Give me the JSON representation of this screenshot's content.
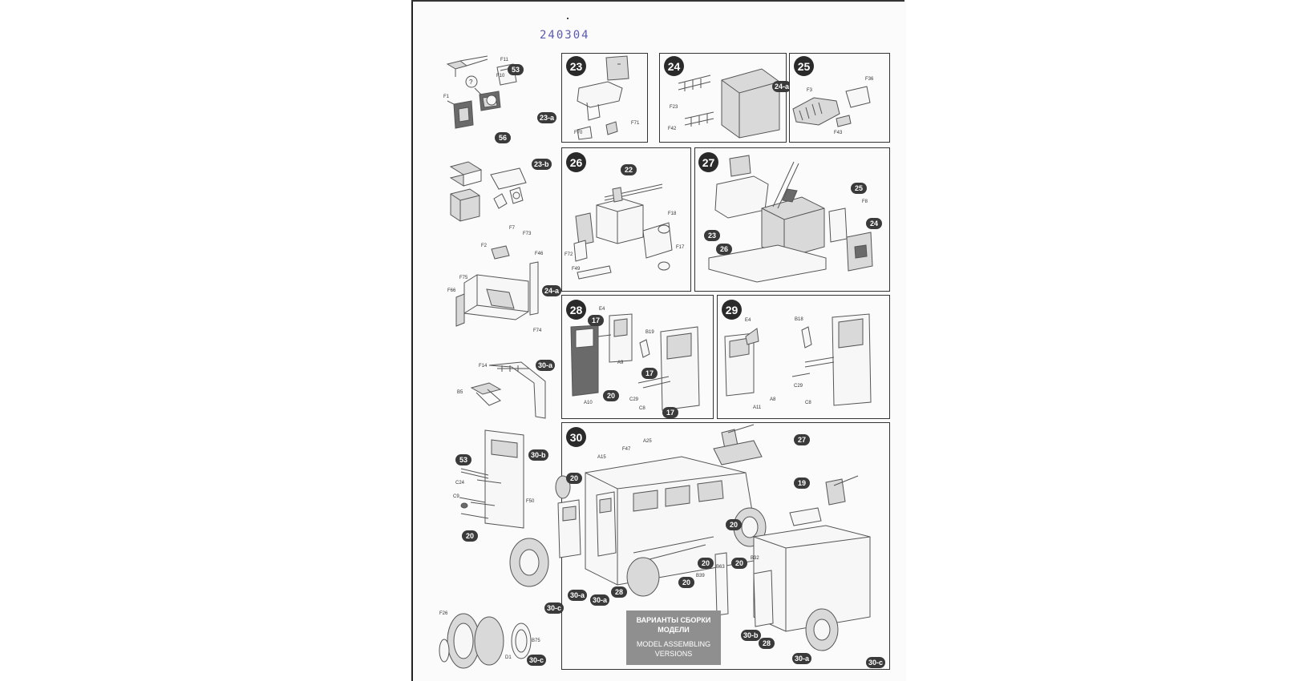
{
  "sheet": {
    "code": "240304"
  },
  "steps": [
    {
      "num": "23"
    },
    {
      "num": "24"
    },
    {
      "num": "25"
    },
    {
      "num": "26"
    },
    {
      "num": "27"
    },
    {
      "num": "28"
    },
    {
      "num": "29"
    },
    {
      "num": "30"
    }
  ],
  "subassemblies": [
    "23-a",
    "23-b",
    "24-a",
    "30-a",
    "30-b",
    "30-c"
  ],
  "part_labels": {
    "F11": "F11",
    "F10": "F10",
    "F1": "F1",
    "F7": "F7",
    "F73": "F73",
    "F2": "F2",
    "F46": "F46",
    "F75": "F75",
    "F66": "F66",
    "F74": "F74",
    "F14": "F14",
    "B5": "B5",
    "C24": "C24",
    "C9": "C9",
    "F50": "F50",
    "F26": "F26",
    "D1": "D1",
    "B75": "B75",
    "F70": "F70",
    "F71": "F71",
    "F23": "F23",
    "F42": "F42",
    "F3": "F3",
    "F36": "F36",
    "F43": "F43",
    "F18": "F18",
    "F72": "F72",
    "F17": "F17",
    "F49": "F49",
    "F8": "F8",
    "E4": "E4",
    "B19": "B19",
    "A9": "A9",
    "C29": "C29",
    "A10": "A10",
    "C8": "C8",
    "B18": "B18",
    "A8": "A8",
    "A11": "A11",
    "A15": "A15",
    "F47": "F47",
    "A25": "A25",
    "B32": "B32",
    "B63": "B63",
    "B39": "B39"
  },
  "callouts": [
    "17",
    "20",
    "53",
    "56"
  ],
  "versions_box": {
    "line_ru_1": "ВАРИАНТЫ СБОРКИ",
    "line_ru_2": "МОДЕЛИ",
    "line_en_1": "MODEL ASSEMBLING",
    "line_en_2": "VERSIONS"
  }
}
